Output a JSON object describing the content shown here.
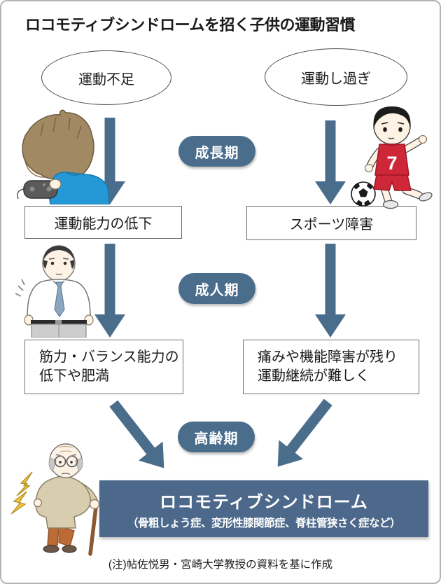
{
  "title": "ロコモティブシンドロームを招く子供の運動習慣",
  "causes": {
    "left": "運動不足",
    "right": "運動し過ぎ"
  },
  "stages": {
    "growth": "成長期",
    "adult": "成人期",
    "senior": "高齢期"
  },
  "outcomes": {
    "growth_left": "運動能力の低下",
    "growth_right": "スポーツ障害",
    "adult_left_line1": "筋力・バランス能力の",
    "adult_left_line2": "低下や肥満",
    "adult_right_line1": "痛みや機能障害が残り",
    "adult_right_line2": "運動継続が難しく"
  },
  "result": {
    "title": "ロコモティブシンドローム",
    "subtitle": "（骨粗しょう症、変形性膝関節症、脊柱管狭さく症など）"
  },
  "note": "(注)帖佐悦男・宮崎大学教授の資料を基に作成",
  "illustrations": {
    "gamer_boy": "boy-playing-video-game",
    "soccer_boy": "boy-playing-soccer",
    "soccer_boy_jersey_number": "7",
    "adult_man": "middle-aged-man-with-tie",
    "elderly_man": "elderly-man-with-cane-and-back-pain"
  },
  "colors": {
    "accent_blue": "#4a6d8c",
    "result_box_blue": "#4c688a",
    "jersey_red": "#cd2738",
    "shirt_blue": "#2598d6"
  }
}
